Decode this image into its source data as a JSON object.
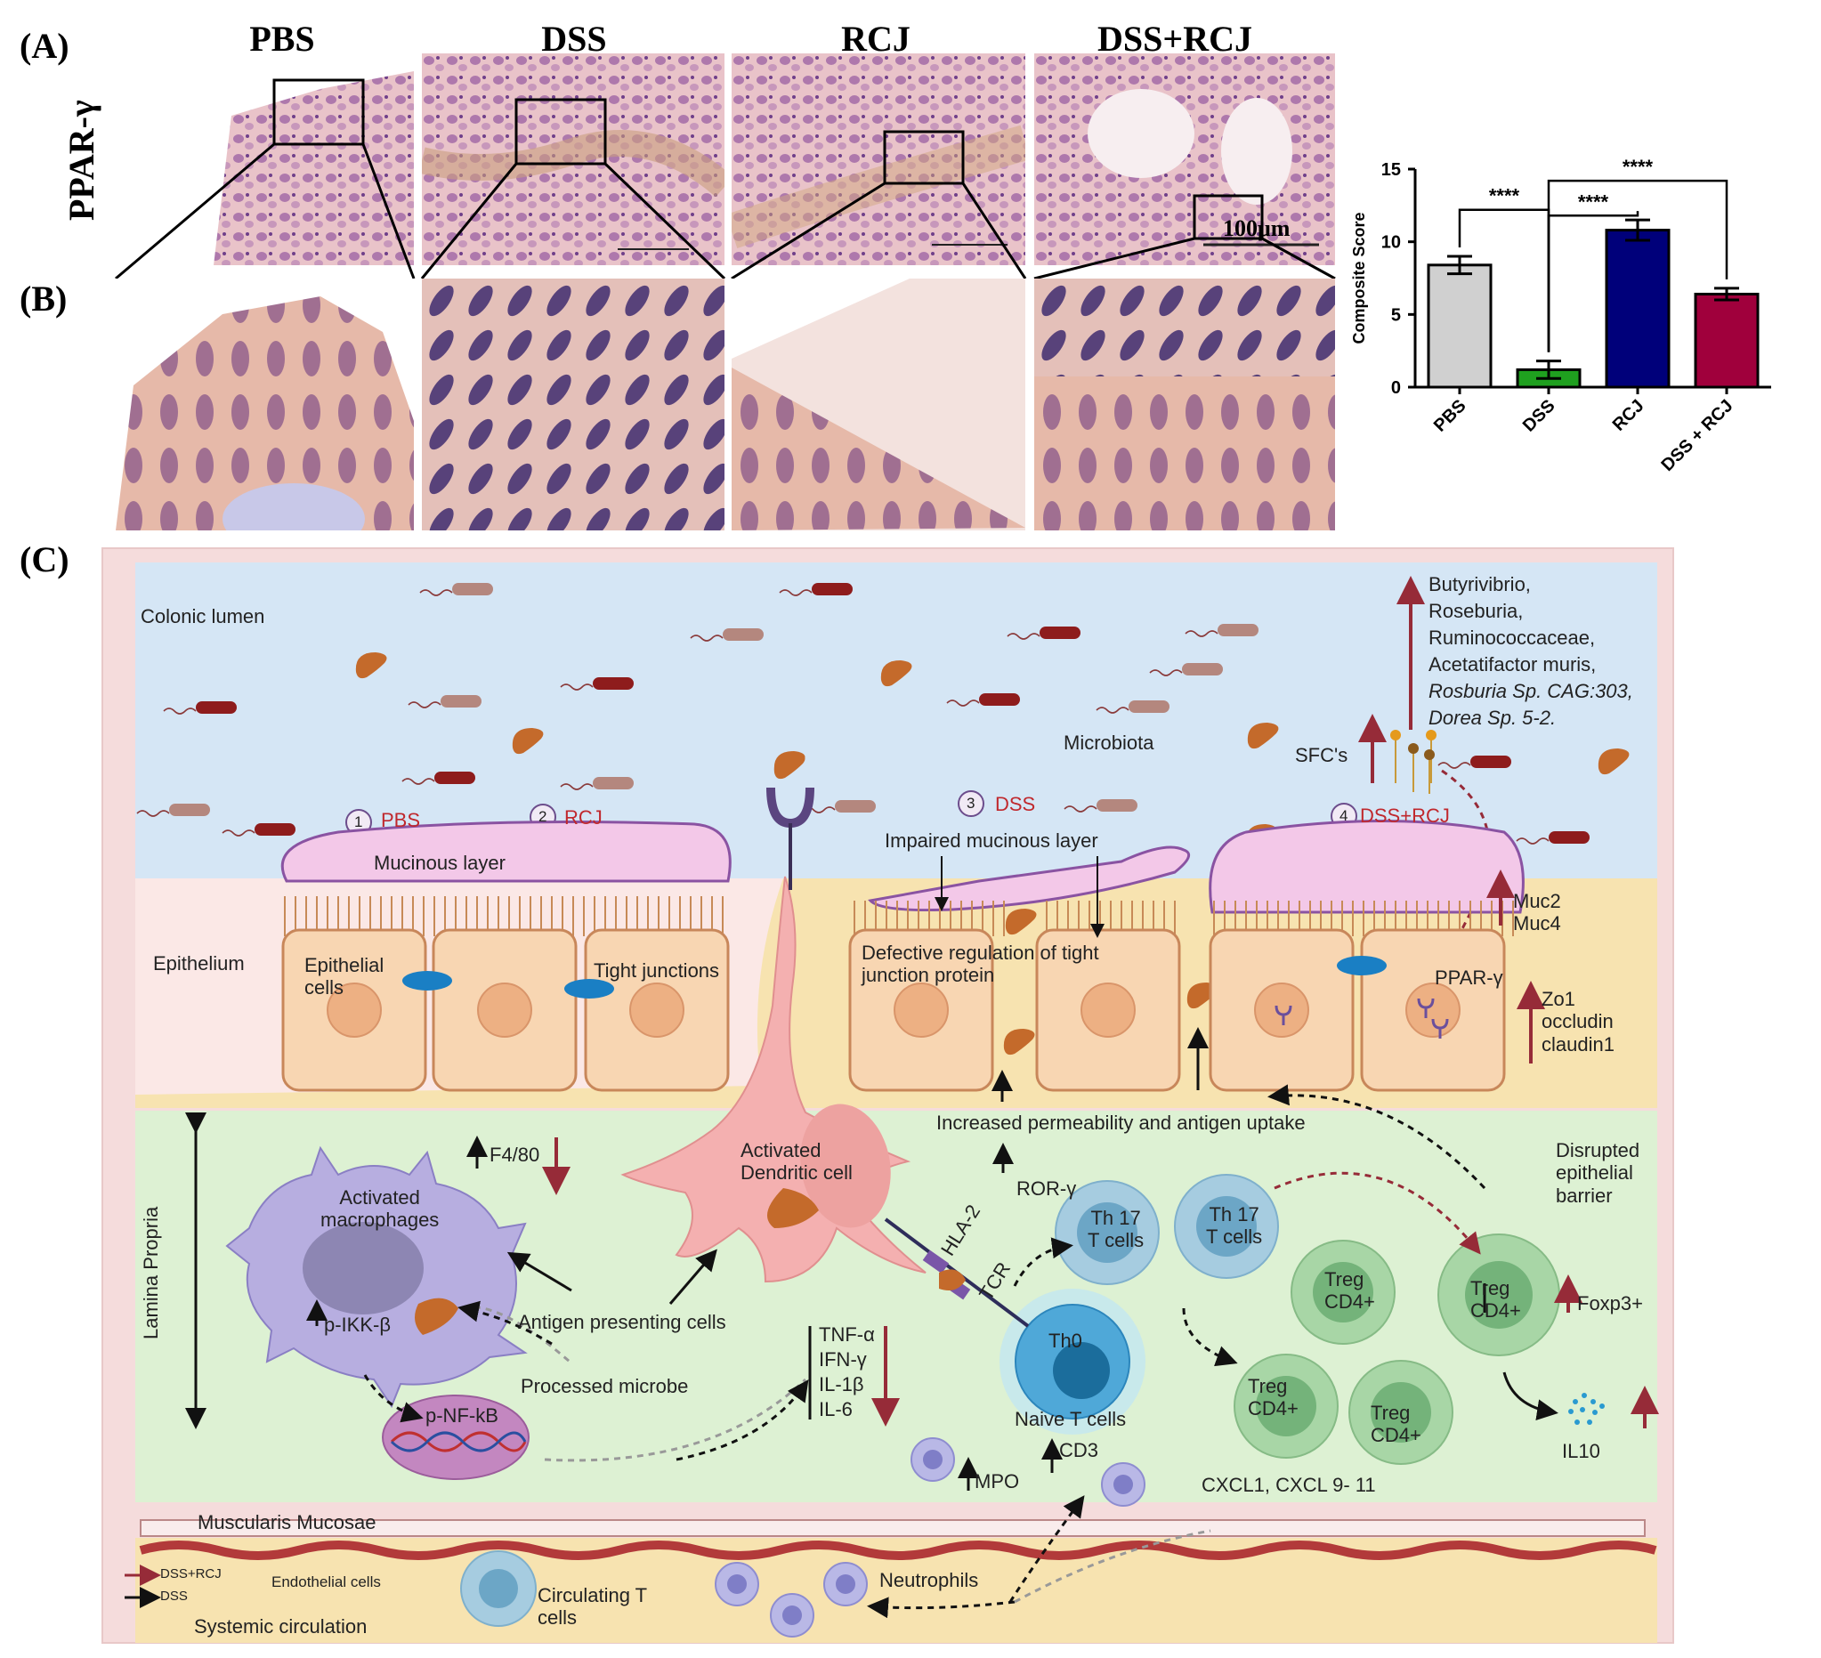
{
  "panels": {
    "a": "(A)",
    "b": "(B)",
    "c": "(C)"
  },
  "stain_label": "PPAR-γ",
  "groups": [
    "PBS",
    "DSS",
    "RCJ",
    "DSS+RCJ"
  ],
  "scale_bar_label": "100μm",
  "chart_data": {
    "type": "bar",
    "categories": [
      "PBS",
      "DSS",
      "RCJ",
      "DSS + RCJ"
    ],
    "values": [
      8.4,
      1.2,
      10.8,
      6.4
    ],
    "errors": [
      0.6,
      0.6,
      0.7,
      0.4
    ],
    "colors": [
      "#d0d0d0",
      "#1fa01f",
      "#00007a",
      "#a0003c"
    ],
    "ylabel": "Composite Score",
    "ylim": [
      0,
      15
    ],
    "yticks": [
      "0",
      "5",
      "10",
      "15"
    ],
    "significance": [
      "****",
      "****",
      "****"
    ]
  },
  "diagram": {
    "regions": {
      "lumen": "Colonic lumen",
      "epithelium": "Epithelium",
      "lamina_propria": "Lamina Propria",
      "muscularis": "Muscularis Mucosae",
      "systemic": "Systemic circulation"
    },
    "bacteria_up": [
      "Butyrivibrio,",
      "Roseburia,",
      "Ruminococcaceae,",
      "Acetatifactor muris,",
      "Rosburia Sp. CAG:303,",
      "Dorea Sp. 5-2."
    ],
    "microbiota": "Microbiota",
    "sfcs": "SFC's",
    "conditions": [
      {
        "num": "1",
        "name": "PBS"
      },
      {
        "num": "2",
        "name": "RCJ"
      },
      {
        "num": "3",
        "name": "DSS"
      },
      {
        "num": "4",
        "name": "DSS+RCJ"
      }
    ],
    "mucinous_layer": "Mucinous layer",
    "impaired_mucinous": "Impaired mucinous layer",
    "epithelial_cells": [
      "Epithelial",
      "cells"
    ],
    "tight_junctions": "Tight junctions",
    "defective": [
      "Defective regulation of tight",
      "junction protein"
    ],
    "ppar": "PPAR-γ",
    "muc": [
      "Muc2",
      "Muc4"
    ],
    "zo": [
      "Zo1",
      "occludin",
      "claudin1"
    ],
    "permeability": "Increased permeability and antigen uptake",
    "disrupted": [
      "Disrupted",
      "epithelial",
      "barrier"
    ],
    "f480": "F4/80",
    "macrophages": [
      "Activated",
      "macrophages"
    ],
    "pikk": "p-IKK-β",
    "pnfkb": "p-NF-kB",
    "dendritic": [
      "Activated",
      "Dendritic cell"
    ],
    "apc": "Antigen presenting cells",
    "processed": "Processed microbe",
    "cytokines": [
      "TNF-α",
      "IFN-γ",
      "IL-1β",
      "IL-6"
    ],
    "hla": "HLA-2",
    "tcr": "TCR",
    "ror": "ROR-γ",
    "th17": [
      "Th 17",
      "T cells"
    ],
    "treg": [
      "Treg",
      "CD4+"
    ],
    "foxp3": "Foxp3+",
    "il10": "IL10",
    "th0": "Th0",
    "naive": "Naive T cells",
    "cd3": "CD3",
    "mpo": "MPO",
    "cxcl": "CXCL1, CXCL 9- 11",
    "endothelial": "Endothelial cells",
    "circ_t": [
      "Circulating T",
      "cells"
    ],
    "neutrophils": "Neutrophils",
    "legend": [
      "DSS+RCJ",
      "DSS"
    ]
  }
}
